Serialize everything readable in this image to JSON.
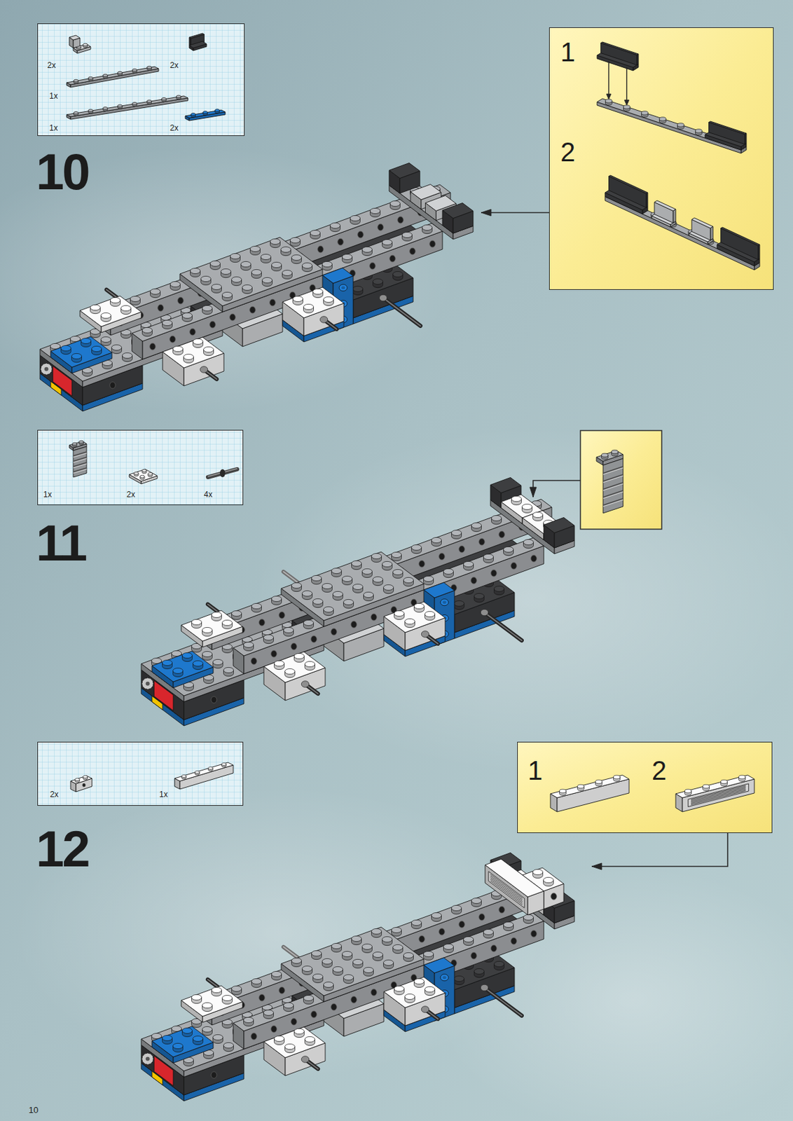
{
  "diagram": {
    "nodes": [
      {
        "text": [
          "2x",
          "2x",
          "1x",
          "1x",
          "2x"
        ]
      },
      {
        "text": [
          "1",
          "2"
        ]
      },
      {
        "text": [
          "1x",
          "2x",
          "4x"
        ]
      },
      {
        "text": [
          "2x",
          "1x"
        ]
      },
      {
        "text": [
          "1",
          "2"
        ]
      }
    ],
    "labels": [
      "10",
      "11",
      "12",
      "10"
    ]
  }
}
